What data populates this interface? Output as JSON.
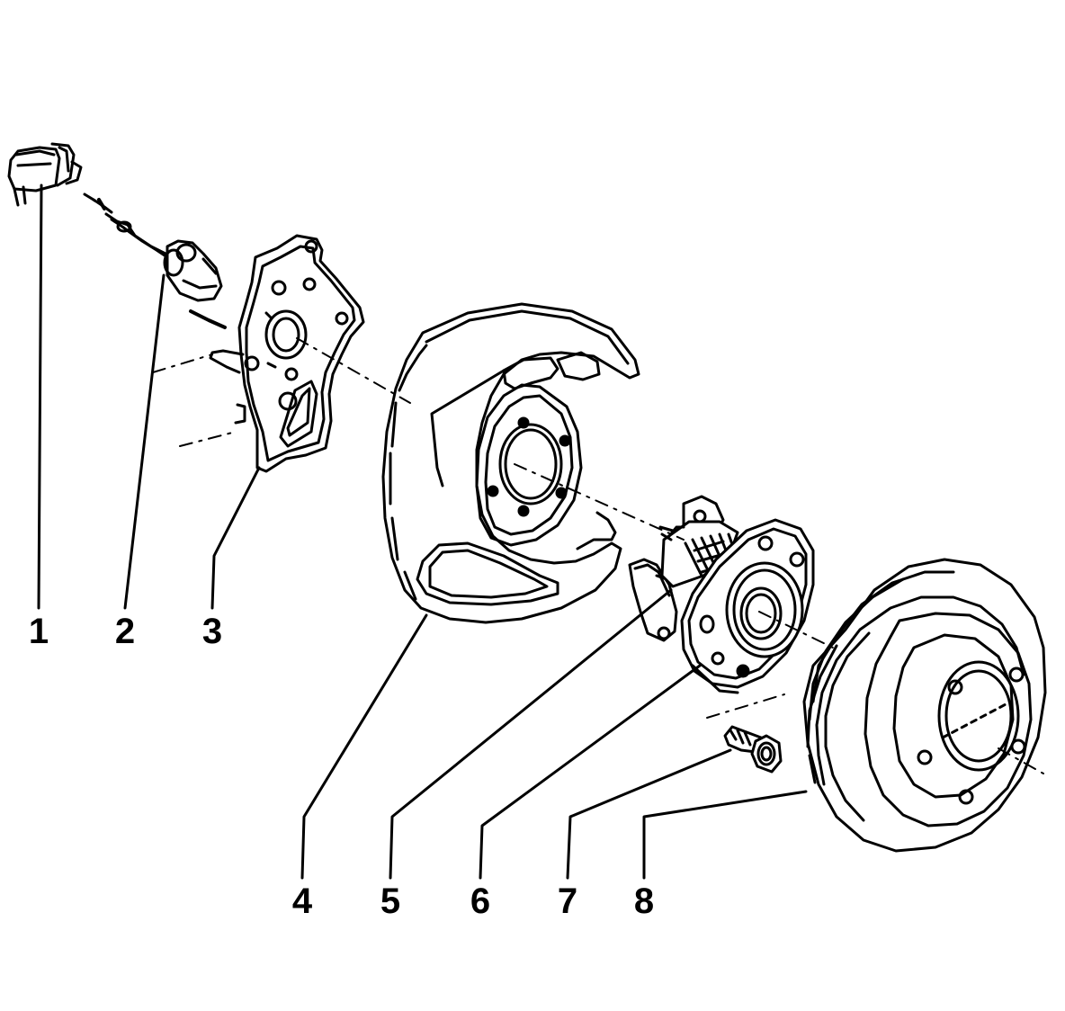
{
  "diagram": {
    "callouts": [
      "1",
      "2",
      "3",
      "4",
      "5",
      "6",
      "7",
      "8"
    ]
  },
  "colors": {
    "ink": "#000000",
    "background": "#ffffff"
  }
}
